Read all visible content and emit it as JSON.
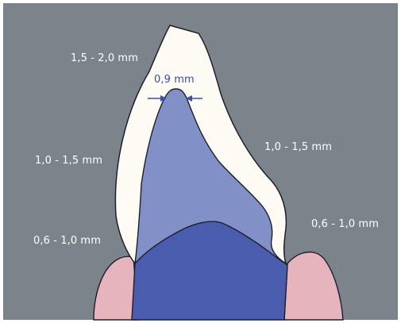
{
  "labels": {
    "incisal": "1,5 - 2,0 mm",
    "minimum": "0,9 mm",
    "left_middle": "1,0 - 1,5 mm",
    "right_middle": "1,0 - 1,5 mm",
    "left_cervical": "0,6 - 1,0 mm",
    "right_cervical": "0,6 - 1,0 mm"
  },
  "colors": {
    "background": "#7c848b",
    "veneer": "#fdfbf4",
    "core_light": "#8290c8",
    "core_dark": "#4a5cae",
    "gingiva": "#e6b4bd",
    "outline": "#1e1e2a",
    "label_text": "#ffffff",
    "measure_text": "#3a4fa8"
  }
}
